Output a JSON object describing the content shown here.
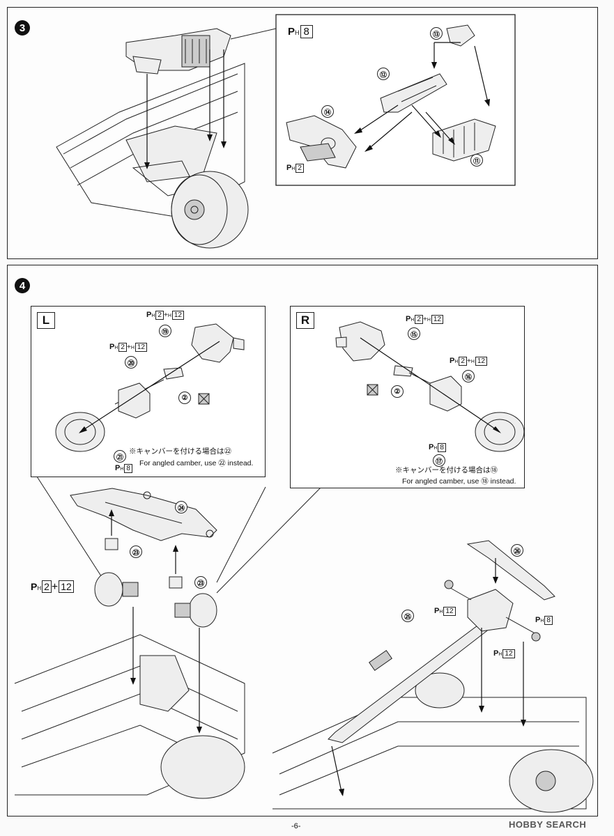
{
  "steps": [
    {
      "number": "3",
      "ph_label": "8",
      "parts": [
        "⑪",
        "⑫",
        "⑬",
        "⑭"
      ],
      "sub_ph": "2"
    },
    {
      "number": "4",
      "left_box": {
        "tag": "L",
        "p19": "⑲",
        "p20": "⑳",
        "p21": "㉑",
        "p2": "②",
        "ph_a": "2",
        "h_a": "12",
        "ph_b": "2",
        "h_b": "12",
        "ph_c": "8",
        "note_jp": "※キャンバーを付ける場合は",
        "note_jp_part": "㉒",
        "note_en_pre": "For angled camber, use",
        "note_en_part": "㉒",
        "note_en_post": "instead."
      },
      "right_box": {
        "tag": "R",
        "p15": "⑮",
        "p16": "⑯",
        "p17": "⑰",
        "p2": "②",
        "ph_a": "2",
        "h_a": "12",
        "ph_b": "2",
        "h_b": "12",
        "ph_c": "8",
        "note_jp": "※キャンバーを付ける場合は",
        "note_jp_part": "⑱",
        "note_en_pre": "For angled camber, use",
        "note_en_part": "⑱",
        "note_en_post": "instead."
      },
      "main": {
        "p23a": "㉓",
        "p23b": "㉓",
        "p24": "㉔",
        "p25": "㉕",
        "p26": "㉖",
        "big_ph_a": "2",
        "big_ph_plus": "+",
        "big_ph_b": "12",
        "ph12a": "12",
        "ph12b": "12",
        "ph8": "8"
      }
    }
  ],
  "footer": {
    "page": "-6-",
    "watermark": "HOBBY SEARCH"
  }
}
